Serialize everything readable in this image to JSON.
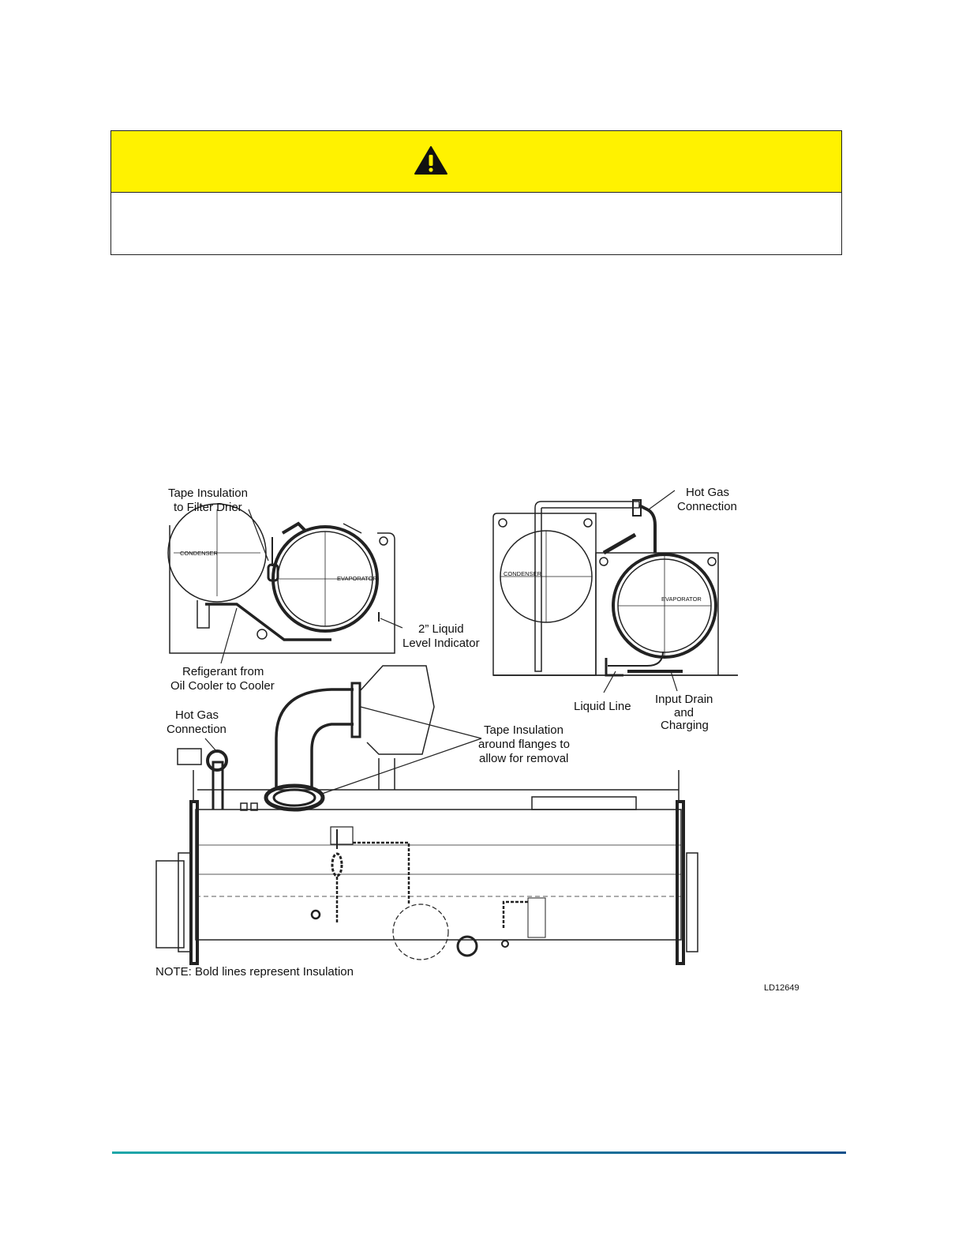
{
  "warning": {
    "title": "",
    "body": "",
    "icon": "warning-triangle-icon",
    "header_color": "#fff200"
  },
  "figure": {
    "labels": {
      "tape_insulation_filter_drier_1": "Tape Insulation",
      "tape_insulation_filter_drier_2": "to Filter Drier",
      "condenser_left": "CONDENSER",
      "evaporator_left": "EVAPORATOR",
      "liquid_level_1": "2” Liquid",
      "liquid_level_2": "Level Indicator",
      "refrigerant_1": "Refigerant from",
      "refrigerant_2": "Oil Cooler to Cooler",
      "hot_gas_right_1": "Hot Gas",
      "hot_gas_right_2": "Connection",
      "condenser_right": "CONDENSER",
      "evaporator_right": "EVAPORATOR",
      "liquid_line": "Liquid Line",
      "input_drain_1": "Input Drain",
      "input_drain_2": "and",
      "input_drain_3": "Charging",
      "hot_gas_left_1": "Hot Gas",
      "hot_gas_left_2": "Connection",
      "tape_flanges_1": "Tape Insulation",
      "tape_flanges_2": "around flanges to",
      "tape_flanges_3": "allow for removal",
      "note": "NOTE: Bold lines represent Insulation",
      "drawing_id": "LD12649"
    }
  },
  "footer": {
    "rule_colors": [
      "#1fa7a8",
      "#0f4f8a"
    ]
  }
}
